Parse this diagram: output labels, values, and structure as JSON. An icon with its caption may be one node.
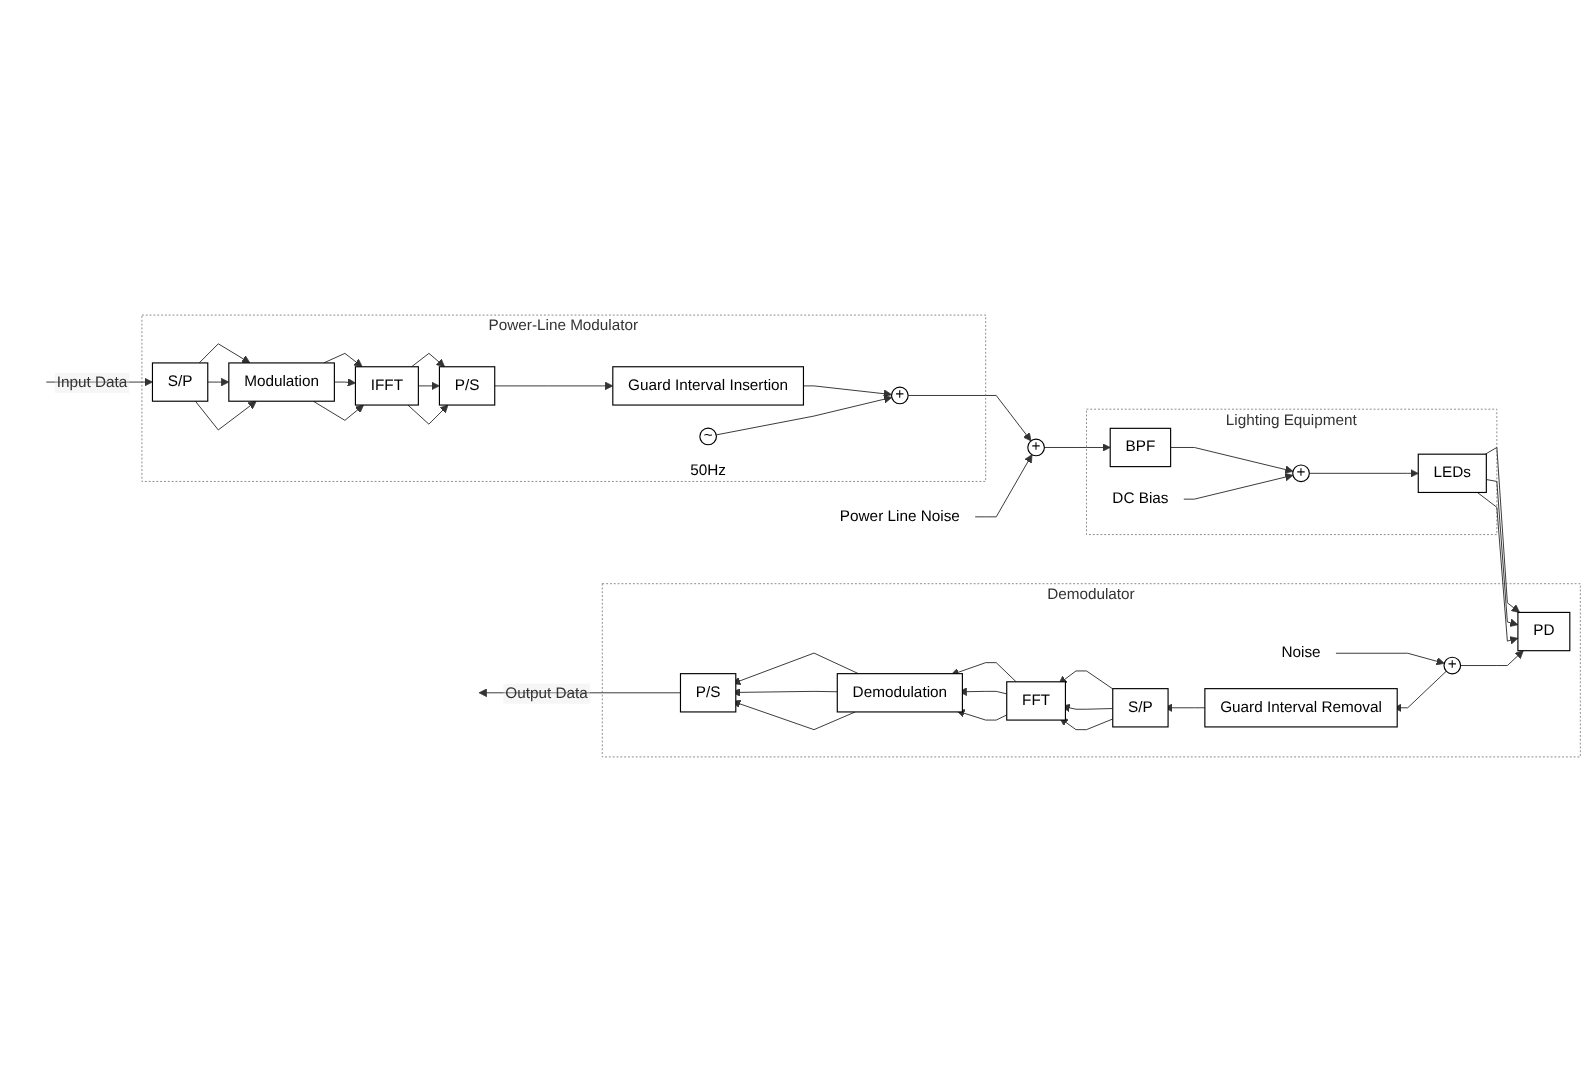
{
  "diagram": {
    "nodes": [
      {
        "text": [
          "Power-Line Modulator"
        ]
      },
      {
        "text": [
          "S/P"
        ],
        "in": 0
      },
      {
        "text": [
          "Modulation"
        ],
        "in": 0
      },
      {
        "text": [
          "IFFT"
        ],
        "in": 0
      },
      {
        "text": [
          "P/S"
        ],
        "in": 0
      },
      {
        "text": [
          "Guard Interval Insertion"
        ],
        "in": 0
      },
      {
        "text": [
          "+"
        ],
        "in": 0
      },
      {
        "text": [
          "~"
        ],
        "in": 0,
        "beside": [
          "50Hz"
        ]
      },
      {
        "text": [
          "+"
        ]
      },
      {
        "text": [
          "Power Line Noise"
        ]
      },
      {
        "text": [
          "Lighting Equipment"
        ]
      },
      {
        "text": [
          "BPF"
        ],
        "in": 10
      },
      {
        "text": [
          "+"
        ],
        "in": 10
      },
      {
        "text": [
          "DC Bias"
        ],
        "in": 10
      },
      {
        "text": [
          "LEDs"
        ],
        "in": 10
      },
      {
        "text": [
          "Demodulator"
        ]
      },
      {
        "text": [
          "P/S"
        ],
        "in": 15
      },
      {
        "text": [
          "Demodulation"
        ],
        "in": 15
      },
      {
        "text": [
          "FFT"
        ],
        "in": 15
      },
      {
        "text": [
          "S/P"
        ],
        "in": 15
      },
      {
        "text": [
          "Guard Interval Removal"
        ],
        "in": 15
      },
      {
        "text": [
          "+"
        ],
        "in": 15
      },
      {
        "text": [
          "Noise"
        ],
        "in": 15
      },
      {
        "text": [
          "PD"
        ],
        "in": 15
      }
    ],
    "edges": [
      {
        "from": null,
        "to": 1,
        "arrow": "to",
        "label": "Input Data"
      },
      {
        "from": 1,
        "to": 2,
        "arrow": "to"
      },
      {
        "from": 1,
        "to": 2,
        "arrow": "to"
      },
      {
        "from": 1,
        "to": 2,
        "arrow": "to"
      },
      {
        "from": 2,
        "to": 3,
        "arrow": "to"
      },
      {
        "from": 2,
        "to": 3,
        "arrow": "to"
      },
      {
        "from": 2,
        "to": 3,
        "arrow": "to"
      },
      {
        "from": 3,
        "to": 4,
        "arrow": "to"
      },
      {
        "from": 3,
        "to": 4,
        "arrow": "to"
      },
      {
        "from": 3,
        "to": 4,
        "arrow": "to"
      },
      {
        "from": 4,
        "to": 5,
        "arrow": "to"
      },
      {
        "from": 5,
        "to": 6,
        "arrow": "to"
      },
      {
        "from": 7,
        "to": 6,
        "arrow": "to"
      },
      {
        "from": 6,
        "to": 8,
        "arrow": "to"
      },
      {
        "from": 9,
        "to": 8,
        "arrow": "to"
      },
      {
        "from": 8,
        "to": 11,
        "arrow": "to"
      },
      {
        "from": 11,
        "to": 12,
        "arrow": "to"
      },
      {
        "from": 13,
        "to": 12,
        "arrow": "to"
      },
      {
        "from": 12,
        "to": 14,
        "arrow": "to"
      },
      {
        "from": 14,
        "to": 23,
        "arrow": "to"
      },
      {
        "from": 14,
        "to": 23,
        "arrow": "to"
      },
      {
        "from": 14,
        "to": 23,
        "arrow": "to"
      },
      {
        "from": 22,
        "to": 21,
        "arrow": "to"
      },
      {
        "from": 21,
        "to": 23,
        "arrow": "to"
      },
      {
        "from": 21,
        "to": 20,
        "arrow": "to"
      },
      {
        "from": 20,
        "to": 19,
        "arrow": "to"
      },
      {
        "from": 19,
        "to": 18,
        "arrow": "to"
      },
      {
        "from": 19,
        "to": 18,
        "arrow": "to"
      },
      {
        "from": 19,
        "to": 18,
        "arrow": "to"
      },
      {
        "from": 18,
        "to": 17,
        "arrow": "to"
      },
      {
        "from": 18,
        "to": 17,
        "arrow": "to"
      },
      {
        "from": 18,
        "to": 17,
        "arrow": "to"
      },
      {
        "from": 17,
        "to": 16,
        "arrow": "to"
      },
      {
        "from": 17,
        "to": 16,
        "arrow": "to"
      },
      {
        "from": 17,
        "to": 16,
        "arrow": "to"
      },
      {
        "from": 16,
        "to": null,
        "arrow": "to",
        "label": "Output Data"
      }
    ]
  }
}
